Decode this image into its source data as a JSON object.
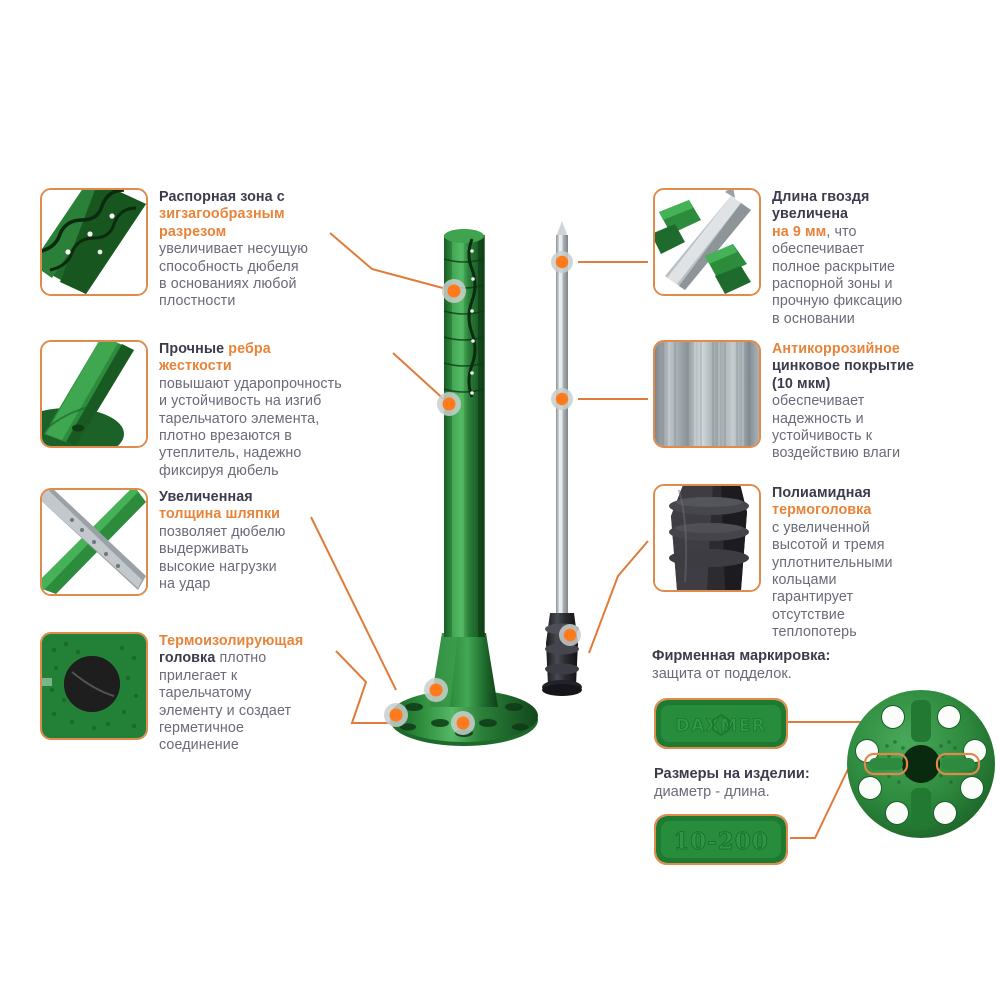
{
  "accent": {
    "orange": "#E8833A",
    "line": "#E07B39",
    "dark_text": "#3B3B4C",
    "body_text": "#6A6A78",
    "product_green": "#1F6B2E",
    "metal_gray": "#A9AFB4",
    "polyamide_black": "#2B2B2F"
  },
  "callouts_left": [
    {
      "id": "expansion-zone",
      "thumb_name": "zigzag-cut-thumbnail",
      "lines": [
        {
          "segments": [
            {
              "text": "Распорная зона с ",
              "style": "dark"
            }
          ]
        },
        {
          "segments": [
            {
              "text": "зигзагообразным",
              "style": "orange"
            }
          ]
        },
        {
          "segments": [
            {
              "text": "разрезом",
              "style": "orange"
            }
          ]
        },
        {
          "segments": [
            {
              "text": "увеличивает несущую",
              "style": "body"
            }
          ]
        },
        {
          "segments": [
            {
              "text": "способность дюбеля",
              "style": "body"
            }
          ]
        },
        {
          "segments": [
            {
              "text": "в основаниях любой",
              "style": "body"
            }
          ]
        },
        {
          "segments": [
            {
              "text": "плостности",
              "style": "body"
            }
          ]
        }
      ]
    },
    {
      "id": "stiffening-ribs",
      "thumb_name": "stiffening-ribs-thumbnail",
      "lines": [
        {
          "segments": [
            {
              "text": "Прочные ",
              "style": "dark"
            },
            {
              "text": "ребра жесткости",
              "style": "orange"
            }
          ]
        },
        {
          "segments": [
            {
              "text": "повышают ударопрочность",
              "style": "body"
            }
          ]
        },
        {
          "segments": [
            {
              "text": "и устойчивость на изгиб",
              "style": "body"
            }
          ]
        },
        {
          "segments": [
            {
              "text": "тарельчатого элемента,",
              "style": "body"
            }
          ]
        },
        {
          "segments": [
            {
              "text": "плотно врезаются в",
              "style": "body"
            }
          ]
        },
        {
          "segments": [
            {
              "text": "утеплитель, надежно",
              "style": "body"
            }
          ]
        },
        {
          "segments": [
            {
              "text": "фиксируя дюбель",
              "style": "body"
            }
          ]
        }
      ]
    },
    {
      "id": "cap-thickness",
      "thumb_name": "cap-thickness-thumbnail",
      "lines": [
        {
          "segments": [
            {
              "text": "Увеличенная",
              "style": "dark"
            }
          ]
        },
        {
          "segments": [
            {
              "text": "толщина шляпки",
              "style": "orange"
            }
          ]
        },
        {
          "segments": [
            {
              "text": "позволяет дюбелю",
              "style": "body"
            }
          ]
        },
        {
          "segments": [
            {
              "text": "выдерживать",
              "style": "body"
            }
          ]
        },
        {
          "segments": [
            {
              "text": "высокие нагрузки",
              "style": "body"
            }
          ]
        },
        {
          "segments": [
            {
              "text": "на удар",
              "style": "body"
            }
          ]
        }
      ]
    },
    {
      "id": "thermal-head",
      "thumb_name": "thermal-insulating-head-thumbnail",
      "lines": [
        {
          "segments": [
            {
              "text": "Термоизолирующая",
              "style": "orange"
            }
          ]
        },
        {
          "segments": [
            {
              "text": "головка ",
              "style": "dark"
            },
            {
              "text": "плотно",
              "style": "body"
            }
          ]
        },
        {
          "segments": [
            {
              "text": "прилегает к",
              "style": "body"
            }
          ]
        },
        {
          "segments": [
            {
              "text": "тарельчатому",
              "style": "body"
            }
          ]
        },
        {
          "segments": [
            {
              "text": "элементу и создает",
              "style": "body"
            }
          ]
        },
        {
          "segments": [
            {
              "text": "герметичное",
              "style": "body"
            }
          ]
        },
        {
          "segments": [
            {
              "text": "соединение",
              "style": "body"
            }
          ]
        }
      ]
    }
  ],
  "callouts_right": [
    {
      "id": "nail-length",
      "thumb_name": "nail-tip-thumbnail",
      "lines": [
        {
          "segments": [
            {
              "text": "Длина гвоздя",
              "style": "dark"
            }
          ]
        },
        {
          "segments": [
            {
              "text": "увеличена",
              "style": "dark"
            }
          ]
        },
        {
          "segments": [
            {
              "text": "на 9 мм",
              "style": "orange"
            },
            {
              "text": ", что",
              "style": "body"
            }
          ]
        },
        {
          "segments": [
            {
              "text": "обеспечивает",
              "style": "body"
            }
          ]
        },
        {
          "segments": [
            {
              "text": "полное раскрытие",
              "style": "body"
            }
          ]
        },
        {
          "segments": [
            {
              "text": "распорной зоны и",
              "style": "body"
            }
          ]
        },
        {
          "segments": [
            {
              "text": "прочную фиксацию",
              "style": "body"
            }
          ]
        },
        {
          "segments": [
            {
              "text": "в основании",
              "style": "body"
            }
          ]
        }
      ]
    },
    {
      "id": "zinc-coating",
      "thumb_name": "zinc-coating-thumbnail",
      "lines": [
        {
          "segments": [
            {
              "text": "Антикоррозийное",
              "style": "orange"
            }
          ]
        },
        {
          "segments": [
            {
              "text": "цинковое покрытие",
              "style": "dark"
            }
          ]
        },
        {
          "segments": [
            {
              "text": "(10 мкм)",
              "style": "dark"
            }
          ]
        },
        {
          "segments": [
            {
              "text": "обеспечивает",
              "style": "body"
            }
          ]
        },
        {
          "segments": [
            {
              "text": "надежность и",
              "style": "body"
            }
          ]
        },
        {
          "segments": [
            {
              "text": "устойчивость к",
              "style": "body"
            }
          ]
        },
        {
          "segments": [
            {
              "text": "воздействию влаги",
              "style": "body"
            }
          ]
        }
      ]
    },
    {
      "id": "polyamide-thermohead",
      "thumb_name": "polyamide-thermohead-thumbnail",
      "lines": [
        {
          "segments": [
            {
              "text": "Полиамидная",
              "style": "dark"
            }
          ]
        },
        {
          "segments": [
            {
              "text": "термоголовка",
              "style": "orange"
            }
          ]
        },
        {
          "segments": [
            {
              "text": "с увеличенной",
              "style": "body"
            }
          ]
        },
        {
          "segments": [
            {
              "text": "высотой и тремя",
              "style": "body"
            }
          ]
        },
        {
          "segments": [
            {
              "text": "уплотнительными",
              "style": "body"
            }
          ]
        },
        {
          "segments": [
            {
              "text": "кольцами",
              "style": "body"
            }
          ]
        },
        {
          "segments": [
            {
              "text": "гарантирует",
              "style": "body"
            }
          ]
        },
        {
          "segments": [
            {
              "text": "отсутствие",
              "style": "body"
            }
          ]
        },
        {
          "segments": [
            {
              "text": "теплопотерь",
              "style": "body"
            }
          ]
        }
      ]
    }
  ],
  "branding": {
    "marking_title": "Фирменная маркировка:",
    "marking_subtitle": "защита от подделок.",
    "brand_chip_text": "DAXMER",
    "size_title": "Размеры на изделии:",
    "size_subtitle": "диаметр - длина.",
    "size_chip_text": "10-200"
  }
}
